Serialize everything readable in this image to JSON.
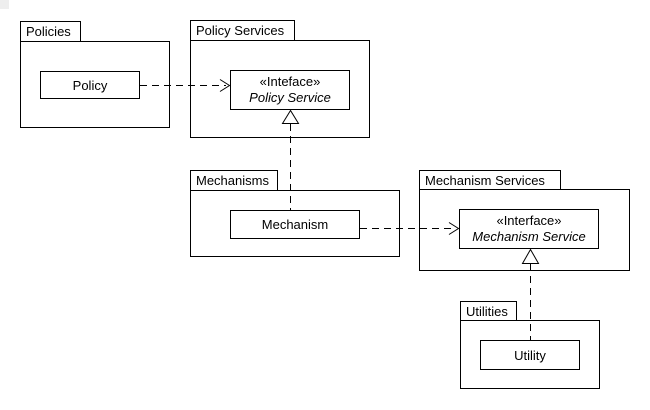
{
  "diagram": {
    "type": "uml-package-diagram",
    "background_color": "#ffffff",
    "line_color": "#000000"
  },
  "packages": {
    "policies": {
      "label": "Policies"
    },
    "policy_services": {
      "label": "Policy Services"
    },
    "mechanisms": {
      "label": "Mechanisms"
    },
    "mechanism_services": {
      "label": "Mechanism Services"
    },
    "utilities": {
      "label": "Utilities"
    }
  },
  "classes": {
    "policy": {
      "label": "Policy"
    },
    "policy_service": {
      "stereotype": "«Inteface»",
      "label": "Policy Service"
    },
    "mechanism": {
      "label": "Mechanism"
    },
    "mechanism_service": {
      "stereotype": "«Interface»",
      "label": "Mechanism Service"
    },
    "utility": {
      "label": "Utility"
    }
  },
  "relationships": [
    {
      "type": "dependency",
      "line": "dashed",
      "arrowhead": "open",
      "from": "Policy",
      "to": "«Inteface» Policy Service"
    },
    {
      "type": "realization",
      "line": "dashed",
      "arrowhead": "hollow-triangle",
      "from": "Mechanism",
      "to": "«Inteface» Policy Service"
    },
    {
      "type": "dependency",
      "line": "dashed",
      "arrowhead": "open",
      "from": "Mechanism",
      "to": "«Interface» Mechanism Service"
    },
    {
      "type": "realization",
      "line": "dashed",
      "arrowhead": "hollow-triangle",
      "from": "Utility",
      "to": "«Interface» Mechanism Service"
    }
  ]
}
